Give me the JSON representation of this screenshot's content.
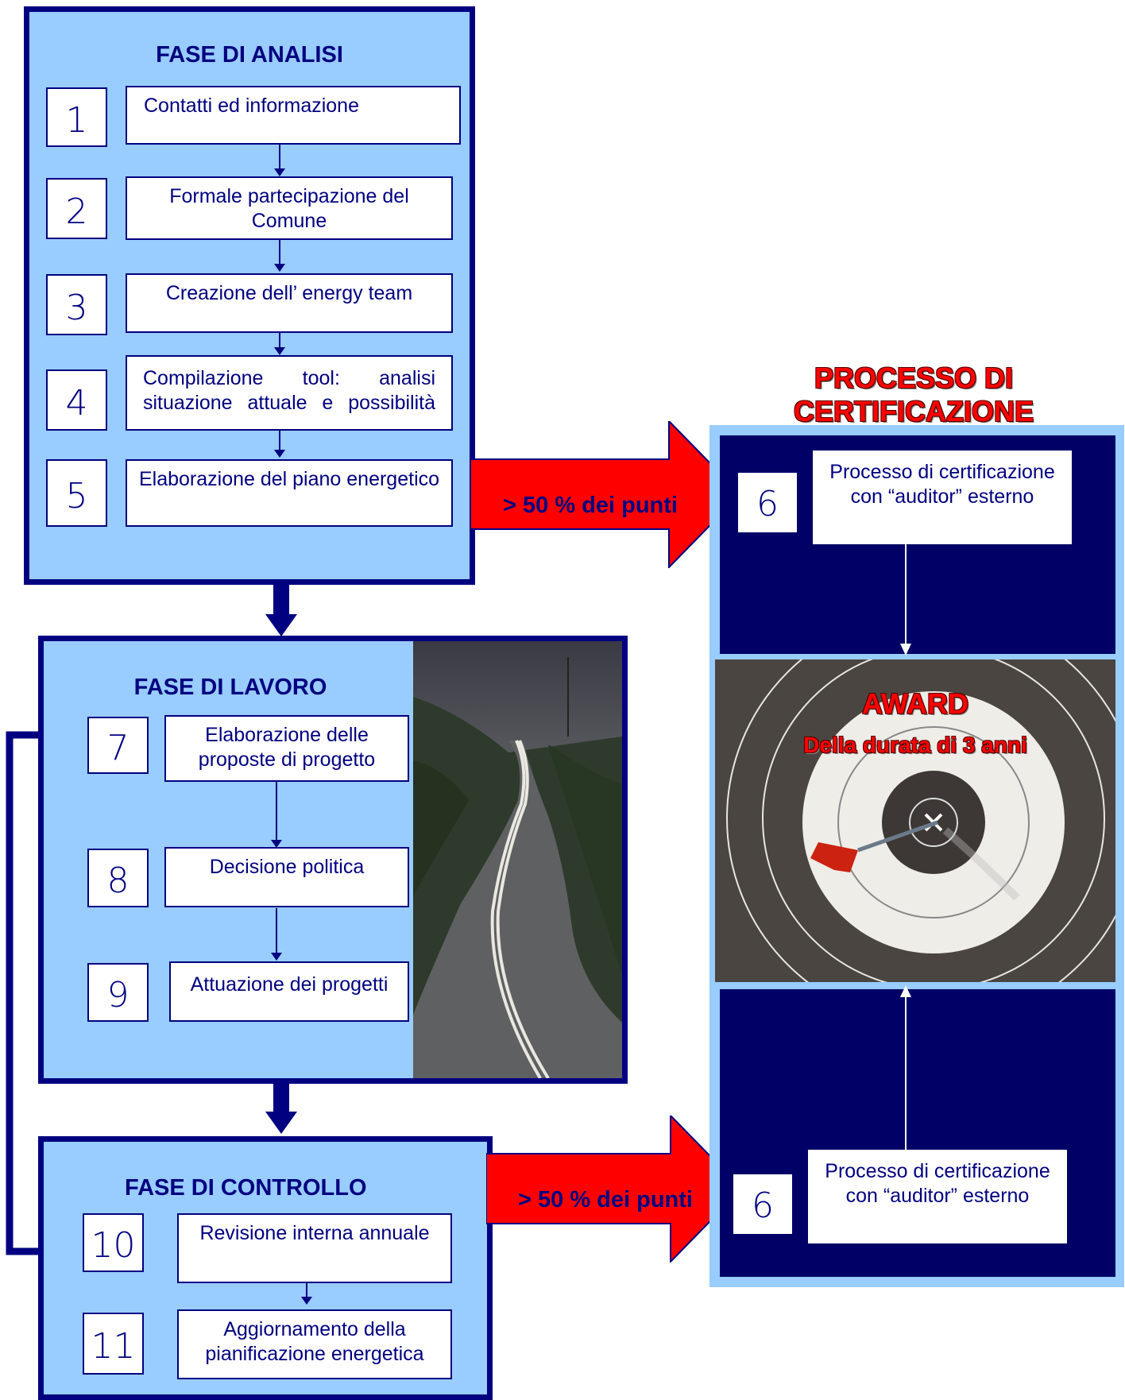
{
  "analisi": {
    "title": "FASE DI ANALISI",
    "steps": [
      {
        "num": "1",
        "text": "Contatti ed informazione"
      },
      {
        "num": "2",
        "text": "Formale partecipazione del Comune"
      },
      {
        "num": "3",
        "text": "Creazione dell’ energy team"
      },
      {
        "num": "4",
        "text": "Compilazione tool: analisi situazione attuale e possibilità"
      },
      {
        "num": "5",
        "text": "Elaborazione del piano energetico"
      }
    ]
  },
  "lavoro": {
    "title": "FASE DI LAVORO",
    "steps": [
      {
        "num": "7",
        "text": "Elaborazione delle proposte di progetto"
      },
      {
        "num": "8",
        "text": "Decisione politica"
      },
      {
        "num": "9",
        "text": "Attuazione dei progetti"
      }
    ]
  },
  "controllo": {
    "title": "FASE  DI CONTROLLO",
    "steps": [
      {
        "num": "10",
        "text": "Revisione interna annuale"
      },
      {
        "num": "11",
        "text": "Aggiornamento della pianificazione energetica"
      }
    ]
  },
  "arrows": {
    "top_label": "> 50 % dei punti",
    "bottom_label": "> 50 % dei punti"
  },
  "certificazione": {
    "title_line1": "PROCESSO DI",
    "title_line2": "CERTIFICAZIONE",
    "top": {
      "num": "6",
      "text": "Processo di certificazione con “auditor” esterno"
    },
    "bottom": {
      "num": "6",
      "text": "Processo di certificazione con “auditor” esterno"
    },
    "award_title": "AWARD",
    "award_subtitle": "Della durata di 3 anni"
  },
  "colors": {
    "navy": "#000080",
    "light_blue": "#99ccff",
    "red": "#ff0000",
    "dark_panel": "#000066"
  }
}
